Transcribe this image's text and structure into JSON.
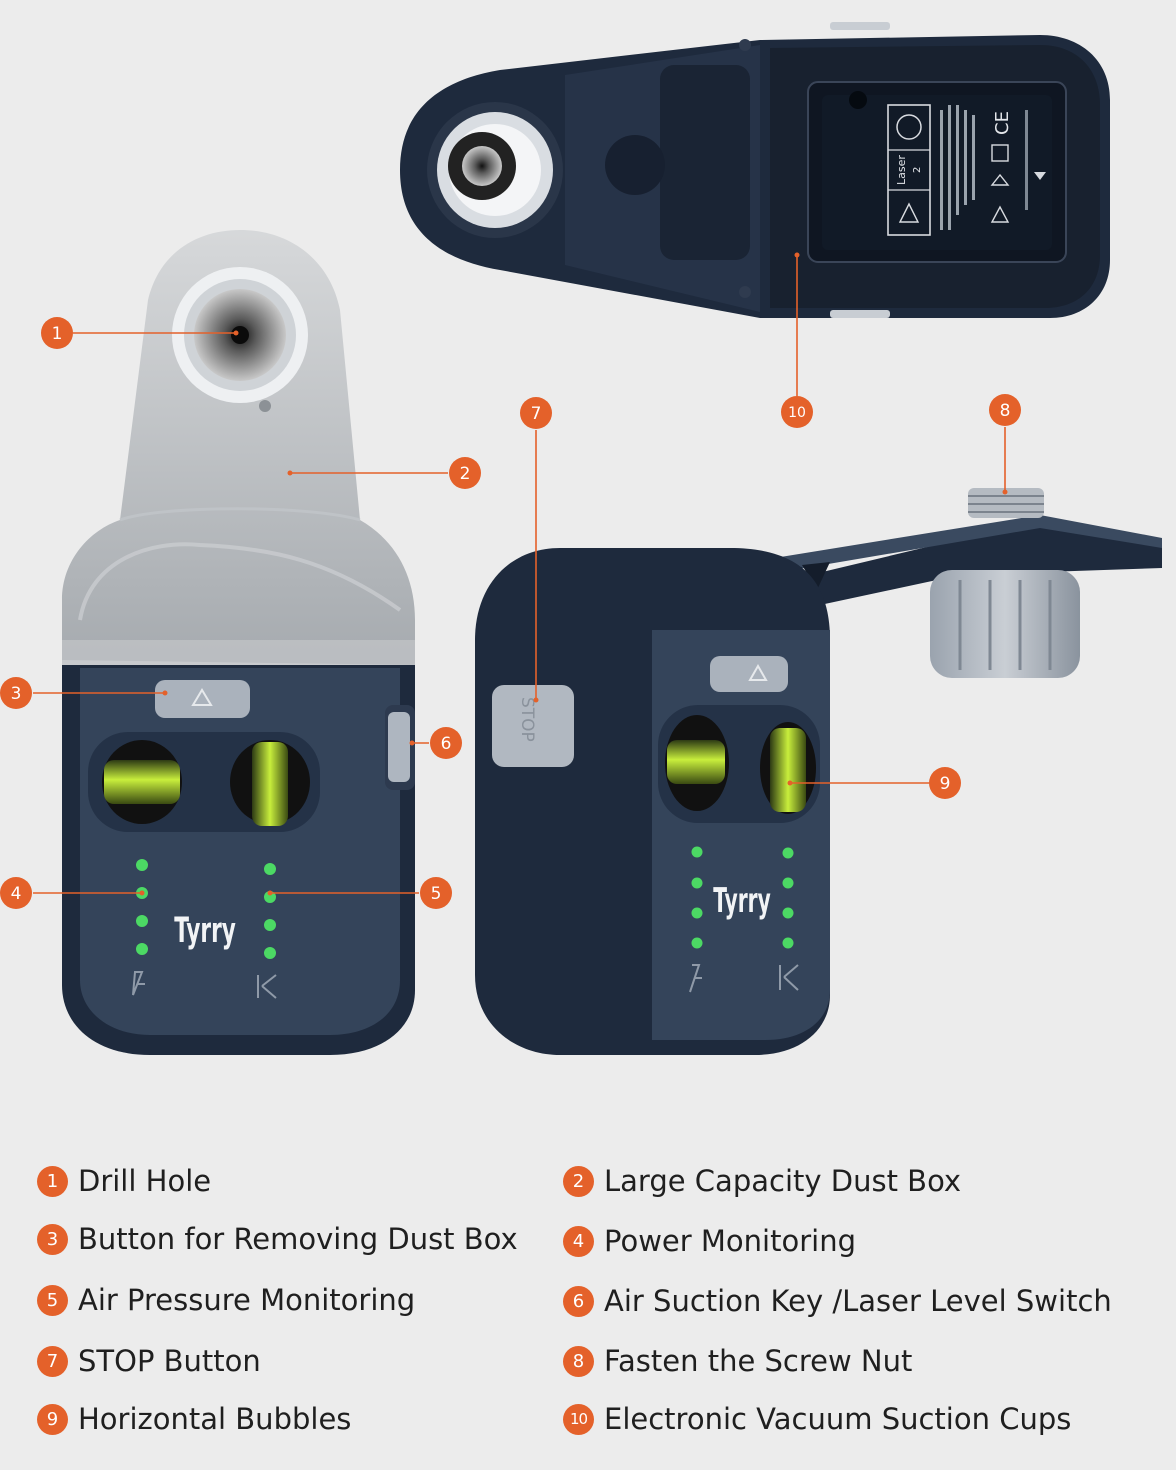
{
  "colors": {
    "accent": "#e4612a",
    "body_navy": "#1e2a3d",
    "panel_slate": "#3b4b61",
    "bubble_green": "#b8e23a",
    "led_green": "#4cd964",
    "background": "#ececec"
  },
  "device_front": {
    "brand": "Tyrry"
  },
  "device_side": {
    "brand": "Tyrry",
    "stop_label": "STOP"
  },
  "device_back": {
    "laser_class": "Laser",
    "laser_class_num": "2",
    "ce_mark": "CE"
  },
  "callouts": [
    "1",
    "2",
    "3",
    "4",
    "5",
    "6",
    "7",
    "8",
    "9",
    "10"
  ],
  "legend": [
    {
      "num": "1",
      "label": "Drill Hole"
    },
    {
      "num": "2",
      "label": "Large Capacity Dust Box"
    },
    {
      "num": "3",
      "label": "Button for Removing Dust Box"
    },
    {
      "num": "4",
      "label": "Power Monitoring"
    },
    {
      "num": "5",
      "label": "Air Pressure Monitoring"
    },
    {
      "num": "6",
      "label": "Air Suction Key /Laser Level Switch"
    },
    {
      "num": "7",
      "label": "STOP Button"
    },
    {
      "num": "8",
      "label": "Fasten the Screw Nut"
    },
    {
      "num": "9",
      "label": "Horizontal Bubbles"
    },
    {
      "num": "10",
      "label": "Electronic Vacuum Suction Cups"
    }
  ]
}
